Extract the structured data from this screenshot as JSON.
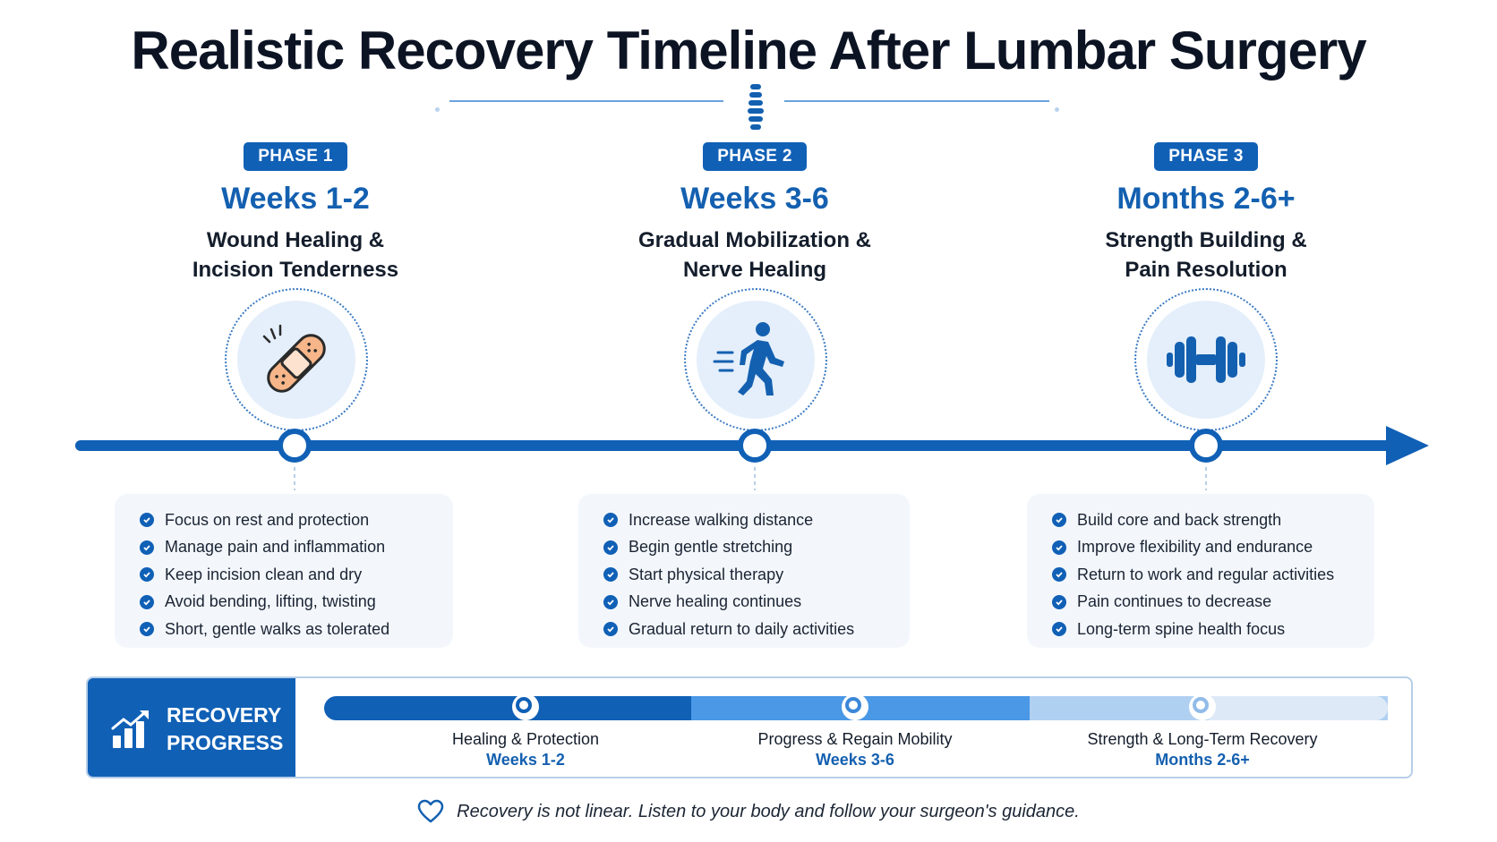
{
  "title": "Realistic Recovery Timeline After Lumbar Surgery",
  "phases": [
    {
      "badge": "PHASE 1",
      "weeks": "Weeks 1-2",
      "subtitle": "Wound Healing &\nIncision Tenderness",
      "icon": "bandage-icon",
      "items": [
        "Focus on rest and protection",
        "Manage pain and inflammation",
        "Keep incision clean and dry",
        "Avoid bending, lifting, twisting",
        "Short, gentle walks as tolerated"
      ]
    },
    {
      "badge": "PHASE 2",
      "weeks": "Weeks 3-6",
      "subtitle": "Gradual Mobilization &\nNerve Healing",
      "icon": "walking-person-icon",
      "items": [
        "Increase walking distance",
        "Begin gentle stretching",
        "Start physical therapy",
        "Nerve healing continues",
        "Gradual return to daily activities"
      ]
    },
    {
      "badge": "PHASE 3",
      "weeks": "Months 2-6+",
      "subtitle": "Strength Building &\nPain Resolution",
      "icon": "dumbbell-icon",
      "items": [
        "Build core and back strength",
        "Improve flexibility and endurance",
        "Return to work and regular activities",
        "Pain continues to decrease",
        "Long-term spine health focus"
      ]
    }
  ],
  "progress": {
    "label": "RECOVERY\nPROGRESS",
    "icon": "growth-chart-icon",
    "stages": [
      {
        "label": "Healing & Protection",
        "time": "Weeks 1-2"
      },
      {
        "label": "Progress & Regain Mobility",
        "time": "Weeks 3-6"
      },
      {
        "label": "Strength & Long-Term Recovery",
        "time": "Months 2-6+"
      }
    ]
  },
  "footer": "Recovery is not linear. Listen to your body and follow your surgeon's guidance.",
  "colors": {
    "primary": "#1060b6",
    "mid": "#4a98e6",
    "light": "#b0d0f2",
    "lightest": "#dde9f7",
    "bandage": "#f6b689"
  }
}
